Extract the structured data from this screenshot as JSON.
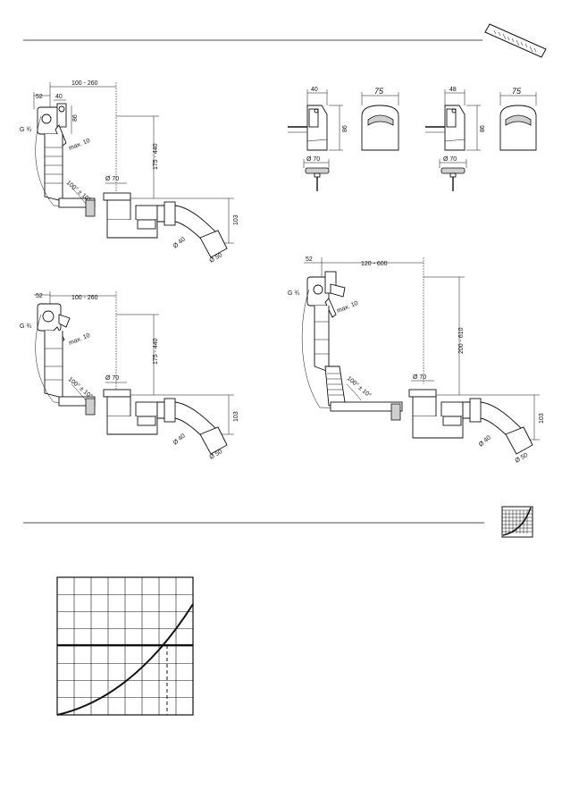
{
  "section_top": {
    "icon": "ruler-icon"
  },
  "section_bottom": {
    "icon": "flow-graph-icon"
  },
  "drawing_a": {
    "d_width": "100 - 260",
    "d_52": "52",
    "d_40": "40",
    "d_86": "86",
    "d_g": "G ¾",
    "d_max": "max. 10",
    "d_height": "175 - 440",
    "d_angle": "100° ± 10°",
    "d_phi70": "Ø 70",
    "d_103": "103",
    "d_phi40": "Ø 40",
    "d_phi50": "Ø 50"
  },
  "drawing_b": {
    "d_width": "100 - 260",
    "d_52": "52",
    "d_g": "G ¾",
    "d_max": "max. 10",
    "d_height": "175 - 440",
    "d_angle": "100° ± 10°",
    "d_phi70": "Ø 70",
    "d_103": "103",
    "d_phi40": "Ø 40",
    "d_phi50": "Ø 50"
  },
  "detail_1": {
    "d_40": "40",
    "d_86": "86",
    "d_75": "75",
    "d_phi70": "Ø 70"
  },
  "detail_2": {
    "d_48": "48",
    "d_86": "86",
    "d_75": "75",
    "d_phi70": "Ø 70"
  },
  "drawing_c": {
    "d_52": "52",
    "d_width": "120 - 600",
    "d_g": "G ¾",
    "d_max": "max. 10",
    "d_height": "200 - 610",
    "d_angle": "100° ± 10°",
    "d_phi70": "Ø 70",
    "d_103": "103",
    "d_phi40": "Ø 40",
    "d_phi50": "Ø 50"
  },
  "flow_chart": {
    "grid": true,
    "grid_columns": 8,
    "grid_rows": 8
  }
}
